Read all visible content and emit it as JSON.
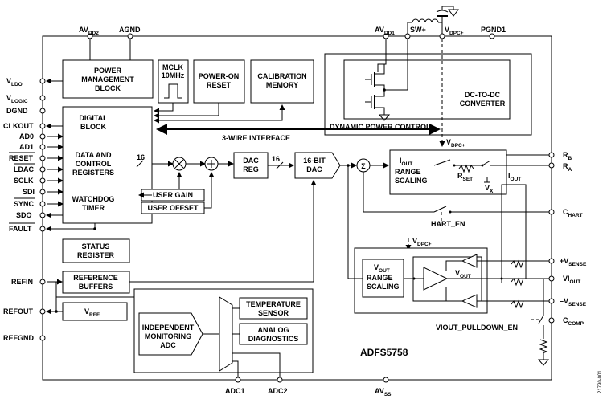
{
  "chip_name": "ADFS5758",
  "figure_code": "21790-001",
  "blocks": {
    "power_management": [
      "POWER",
      "MANAGEMENT",
      "BLOCK"
    ],
    "mclk": [
      "MCLK",
      "10MHz"
    ],
    "power_on_reset": [
      "POWER-ON",
      "RESET"
    ],
    "calibration_memory": [
      "CALIBRATION",
      "MEMORY"
    ],
    "dc_dc_converter": [
      "DC-TO-DC",
      "CONVERTER"
    ],
    "dynamic_power_control": "DYNAMIC POWER CONTROL",
    "digital_block": [
      "DIGITAL",
      "BLOCK"
    ],
    "data_control_registers": [
      "DATA AND",
      "CONTROL",
      "REGISTERS"
    ],
    "watchdog_timer": [
      "WATCHDOG",
      "TIMER"
    ],
    "three_wire_interface": "3-WIRE INTERFACE",
    "user_gain": "USER GAIN",
    "user_offset": "USER OFFSET",
    "dac_reg": [
      "DAC",
      "REG"
    ],
    "dac16": [
      "16-BIT",
      "DAC"
    ],
    "bus_width": "16",
    "iout_range_scaling": [
      "RANGE",
      "SCALING"
    ],
    "iout_range_i": "I",
    "iout_range_sub": "OUT",
    "rset_main": "R",
    "rset_sub": "SET",
    "vx_main": "V",
    "vx_sub": "X",
    "iout_main": "I",
    "iout_sub": "OUT",
    "hart_en": "HART_EN",
    "vdpc_main": "V",
    "vdpc_sub": "DPC+",
    "vout_range_scaling": [
      "RANGE",
      "SCALING"
    ],
    "vout_range_v": "V",
    "vout_range_sub": "OUT",
    "vout_amp_main": "V",
    "vout_amp_sub": "OUT",
    "status_register": [
      "STATUS",
      "REGISTER"
    ],
    "reference_buffers": [
      "REFERENCE",
      "BUFFERS"
    ],
    "vref_main": "V",
    "vref_sub": "REF",
    "independent_monitoring_adc": [
      "INDEPENDENT",
      "MONITORING",
      "ADC"
    ],
    "temperature_sensor": [
      "TEMPERATURE",
      "SENSOR"
    ],
    "analog_diagnostics": [
      "ANALOG",
      "DIAGNOSTICS"
    ],
    "viout_pulldown_en": "VIOUT_PULLDOWN_EN"
  },
  "pins": {
    "left": {
      "vldo": {
        "main": "V",
        "sub": "LDO"
      },
      "vlogic": {
        "main": "V",
        "sub": "LOGIC"
      },
      "dgnd": "DGND",
      "clkout": "CLKOUT",
      "ad0": "AD0",
      "ad1": "AD1",
      "reset": "RESET",
      "ldac": "LDAC",
      "sclk": "SCLK",
      "sdi": "SDI",
      "sync": "SYNC",
      "sdo": "SDO",
      "fault": "FAULT",
      "refin": "REFIN",
      "refout": "REFOUT",
      "refgnd": "REFGND"
    },
    "top": {
      "avdd2": {
        "main": "AV",
        "sub": "DD2"
      },
      "agnd": "AGND",
      "avdd1": {
        "main": "AV",
        "sub": "DD1"
      },
      "sw": "SW+",
      "vdpc": {
        "main": "V",
        "sub": "DPC+"
      },
      "pgnd1": "PGND1"
    },
    "right": {
      "rb": {
        "main": "R",
        "sub": "B"
      },
      "ra": {
        "main": "R",
        "sub": "A"
      },
      "chart": {
        "main": "C",
        "sub": "HART"
      },
      "vsense_p": {
        "main": "+V",
        "sub": "SENSE"
      },
      "viout": {
        "main": "VI",
        "sub": "OUT"
      },
      "vsense_n": {
        "main": "–V",
        "sub": "SENSE"
      },
      "ccomp": {
        "main": "C",
        "sub": "COMP"
      }
    },
    "bottom": {
      "adc1": "ADC1",
      "adc2": "ADC2",
      "avss": {
        "main": "AV",
        "sub": "SS"
      }
    }
  }
}
